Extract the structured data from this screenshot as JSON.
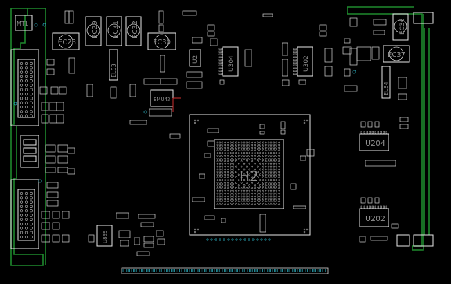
{
  "board": {
    "background_color": "#000000",
    "silkscreen_color": "#e8e8e8",
    "label_color": "#8e8e8e",
    "board_edge_color": "#1f8a2e",
    "marker_color": "#d03030",
    "via_color": "#2aa8b8"
  },
  "components": [
    {
      "ref": "MT1"
    },
    {
      "ref": "EC28"
    },
    {
      "ref": "EC29"
    },
    {
      "ref": "EC31"
    },
    {
      "ref": "EC32"
    },
    {
      "ref": "EC30"
    },
    {
      "ref": "EL53"
    },
    {
      "ref": "U2"
    },
    {
      "ref": "EMU43"
    },
    {
      "ref": "U304"
    },
    {
      "ref": "U302"
    },
    {
      "ref": "EC36"
    },
    {
      "ref": "EC37"
    },
    {
      "ref": "EL64"
    },
    {
      "ref": "U204"
    },
    {
      "ref": "U202"
    },
    {
      "ref": "U899"
    },
    {
      "ref": "H2"
    }
  ]
}
